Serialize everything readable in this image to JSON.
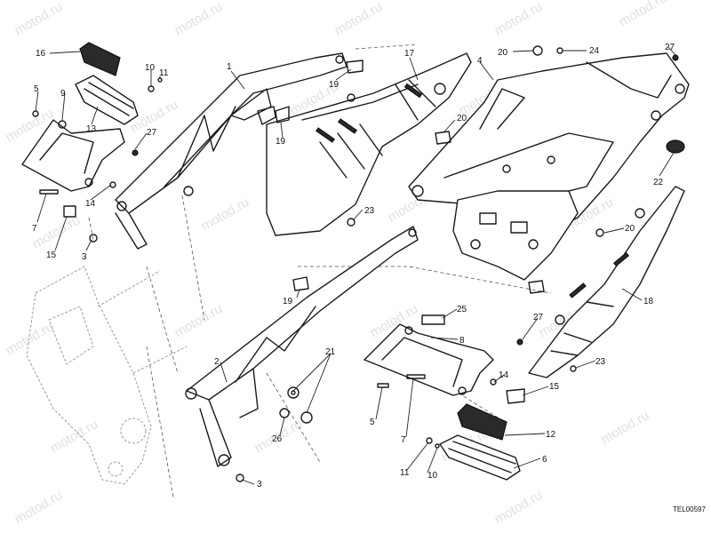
{
  "drawing": {
    "reference_code": "TEL00597",
    "watermark_text": "motod.ru"
  },
  "callouts": [
    {
      "id": "c16a",
      "label": "16"
    },
    {
      "id": "c10a",
      "label": "10"
    },
    {
      "id": "c11a",
      "label": "11"
    },
    {
      "id": "c5a",
      "label": "5"
    },
    {
      "id": "c9",
      "label": "9"
    },
    {
      "id": "c13",
      "label": "13"
    },
    {
      "id": "c27a",
      "label": "27"
    },
    {
      "id": "c14a",
      "label": "14"
    },
    {
      "id": "c7a",
      "label": "7"
    },
    {
      "id": "c15a",
      "label": "15"
    },
    {
      "id": "c3a",
      "label": "3"
    },
    {
      "id": "c1",
      "label": "1"
    },
    {
      "id": "c19a",
      "label": "19"
    },
    {
      "id": "c19b",
      "label": "19"
    },
    {
      "id": "c17",
      "label": "17"
    },
    {
      "id": "c4",
      "label": "4"
    },
    {
      "id": "c20a",
      "label": "20"
    },
    {
      "id": "c20b",
      "label": "20"
    },
    {
      "id": "c20c",
      "label": "20"
    },
    {
      "id": "c24",
      "label": "24"
    },
    {
      "id": "c27b",
      "label": "27"
    },
    {
      "id": "c22",
      "label": "22"
    },
    {
      "id": "c23a",
      "label": "23"
    },
    {
      "id": "c18",
      "label": "18"
    },
    {
      "id": "c23b",
      "label": "23"
    },
    {
      "id": "c19c",
      "label": "19"
    },
    {
      "id": "c25",
      "label": "25"
    },
    {
      "id": "c8",
      "label": "8"
    },
    {
      "id": "c27c",
      "label": "27"
    },
    {
      "id": "c14b",
      "label": "14"
    },
    {
      "id": "c15b",
      "label": "15"
    },
    {
      "id": "c2",
      "label": "2"
    },
    {
      "id": "c21",
      "label": "21"
    },
    {
      "id": "c26",
      "label": "26"
    },
    {
      "id": "c3b",
      "label": "3"
    },
    {
      "id": "c5b",
      "label": "5"
    },
    {
      "id": "c7b",
      "label": "7"
    },
    {
      "id": "c12",
      "label": "12"
    },
    {
      "id": "c6",
      "label": "6"
    },
    {
      "id": "c11b",
      "label": "11"
    },
    {
      "id": "c10b",
      "label": "10"
    }
  ]
}
